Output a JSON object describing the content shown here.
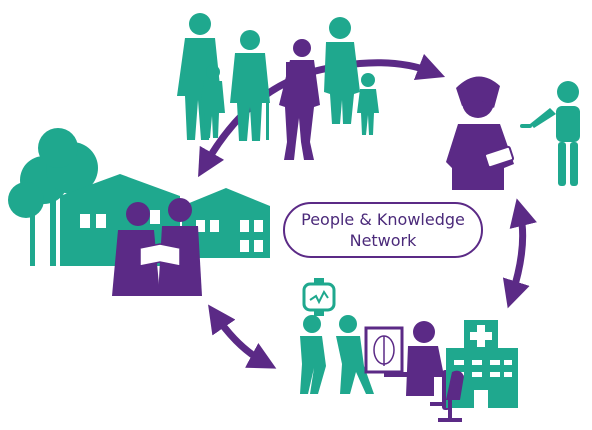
{
  "center_label": {
    "line1": "People & Knowledge",
    "line2": "Network"
  },
  "colors": {
    "teal": "#1fa88e",
    "purple": "#5b2a86",
    "teal_light": "#2bb59a"
  },
  "scenes": [
    {
      "name": "family-walking-group",
      "icon": "people-walking-icon"
    },
    {
      "name": "doctor-with-robot",
      "icon": "robot-icon"
    },
    {
      "name": "hospital-consultation",
      "icon": "hospital-icon"
    },
    {
      "name": "community-houses",
      "icon": "house-icon"
    }
  ],
  "device": {
    "icon": "smartwatch-icon"
  }
}
